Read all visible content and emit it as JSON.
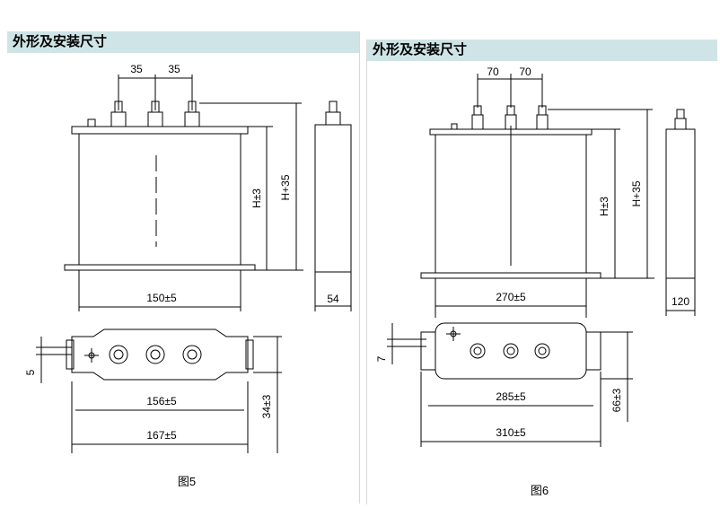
{
  "left": {
    "header": "外形及安装尺寸",
    "dims": {
      "pitch_a": "35",
      "pitch_b": "35",
      "h1": "H±3",
      "h2": "H+35",
      "width": "150±5",
      "depth": "54",
      "slot": "5",
      "hole_span": "156±5",
      "flange_span": "167±5",
      "flange_w": "34±3"
    },
    "caption": "图5"
  },
  "right": {
    "header": "外形及安装尺寸",
    "dims": {
      "pitch_a": "70",
      "pitch_b": "70",
      "h1": "H±3",
      "h2": "H+35",
      "width": "270±5",
      "depth": "120",
      "slot": "7",
      "hole_span": "285±5",
      "flange_span": "310±5",
      "flange_w": "66±3"
    },
    "caption": "图6"
  }
}
